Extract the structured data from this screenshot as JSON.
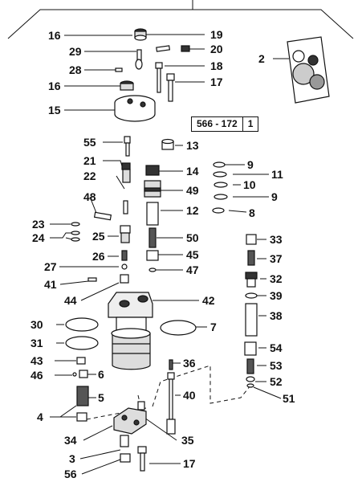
{
  "reference": {
    "code": "566 - 172",
    "sheet": "1"
  },
  "callouts": {
    "c1": "16",
    "c2": "29",
    "c3": "28",
    "c4": "16",
    "c5": "15",
    "c6": "19",
    "c7": "20",
    "c8": "18",
    "c9": "17",
    "c10": "2",
    "c11": "55",
    "c12": "21",
    "c13": "22",
    "c14": "48",
    "c15": "23",
    "c16": "24",
    "c17": "25",
    "c18": "26",
    "c19": "27",
    "c20": "41",
    "c21": "44",
    "c22": "13",
    "c23": "14",
    "c24": "49",
    "c25": "12",
    "c26": "50",
    "c27": "45",
    "c28": "47",
    "c29": "9",
    "c30": "11",
    "c31": "10",
    "c32": "9",
    "c33": "8",
    "c34": "42",
    "c35": "30",
    "c36": "31",
    "c37": "7",
    "c38": "43",
    "c39": "46",
    "c40": "6",
    "c41": "5",
    "c42": "4",
    "c43": "34",
    "c44": "3",
    "c45": "56",
    "c46": "36",
    "c47": "40",
    "c48": "35",
    "c49": "17",
    "c50": "33",
    "c51": "37",
    "c52": "32",
    "c53": "39",
    "c54": "38",
    "c55": "54",
    "c56": "53",
    "c57": "52",
    "c58": "51"
  }
}
